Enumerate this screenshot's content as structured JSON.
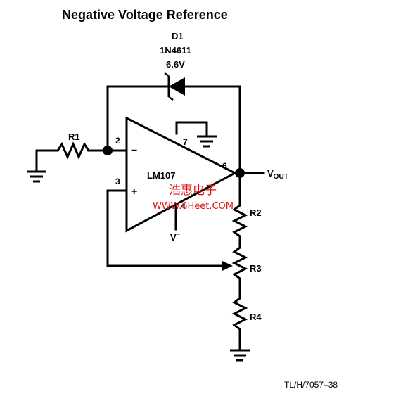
{
  "title": "Negative Voltage Reference",
  "diode": {
    "ref": "D1",
    "part": "1N4611",
    "voltage": "6.6V"
  },
  "resistors": {
    "r1": "R1",
    "r2": "R2",
    "r3": "R3",
    "r4": "R4"
  },
  "opamp": {
    "part": "LM107",
    "pin_inv": "2",
    "pin_noninv": "3",
    "pin_out": "6",
    "pin_comp": "7",
    "pin_vminus": "4",
    "sign_minus": "−",
    "sign_plus": "+",
    "supply": "V",
    "supply_sup": "−"
  },
  "output": {
    "label": "V",
    "sub": "OUT"
  },
  "watermark": {
    "line1": "浩惠电子",
    "line2": "WWW.6Heet.COM"
  },
  "figure_id": "TL/H/7057–38"
}
